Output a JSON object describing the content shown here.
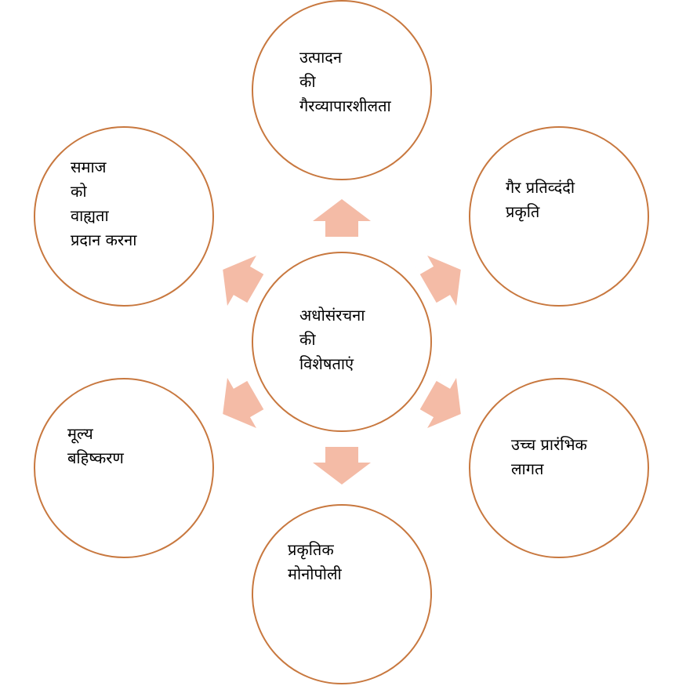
{
  "diagram": {
    "center": {
      "lines": [
        "अधोसंरचना",
        "की",
        "विशेषताएं"
      ]
    },
    "nodes": [
      {
        "id": "top",
        "lines": [
          "उत्पादन",
          "की",
          "गैरव्यापारशीलता"
        ]
      },
      {
        "id": "top-right",
        "lines": [
          "गैर प्रतिव्दंदी",
          "प्रकृति"
        ]
      },
      {
        "id": "bottom-right",
        "lines": [
          "उच्च प्रारंभिक",
          "लागत"
        ]
      },
      {
        "id": "bottom",
        "lines": [
          "प्रकृतिक",
          "मोनोपोली"
        ]
      },
      {
        "id": "bottom-left",
        "lines": [
          "मूल्य",
          "बहिष्करण"
        ]
      },
      {
        "id": "top-left",
        "lines": [
          "समाज",
          "को",
          "वाह्यता",
          "प्रदान करना"
        ]
      }
    ],
    "colors": {
      "circle_stroke": "#c8783f",
      "arrow_fill": "#f4bba6",
      "text": "#000000",
      "background": "#ffffff"
    }
  }
}
